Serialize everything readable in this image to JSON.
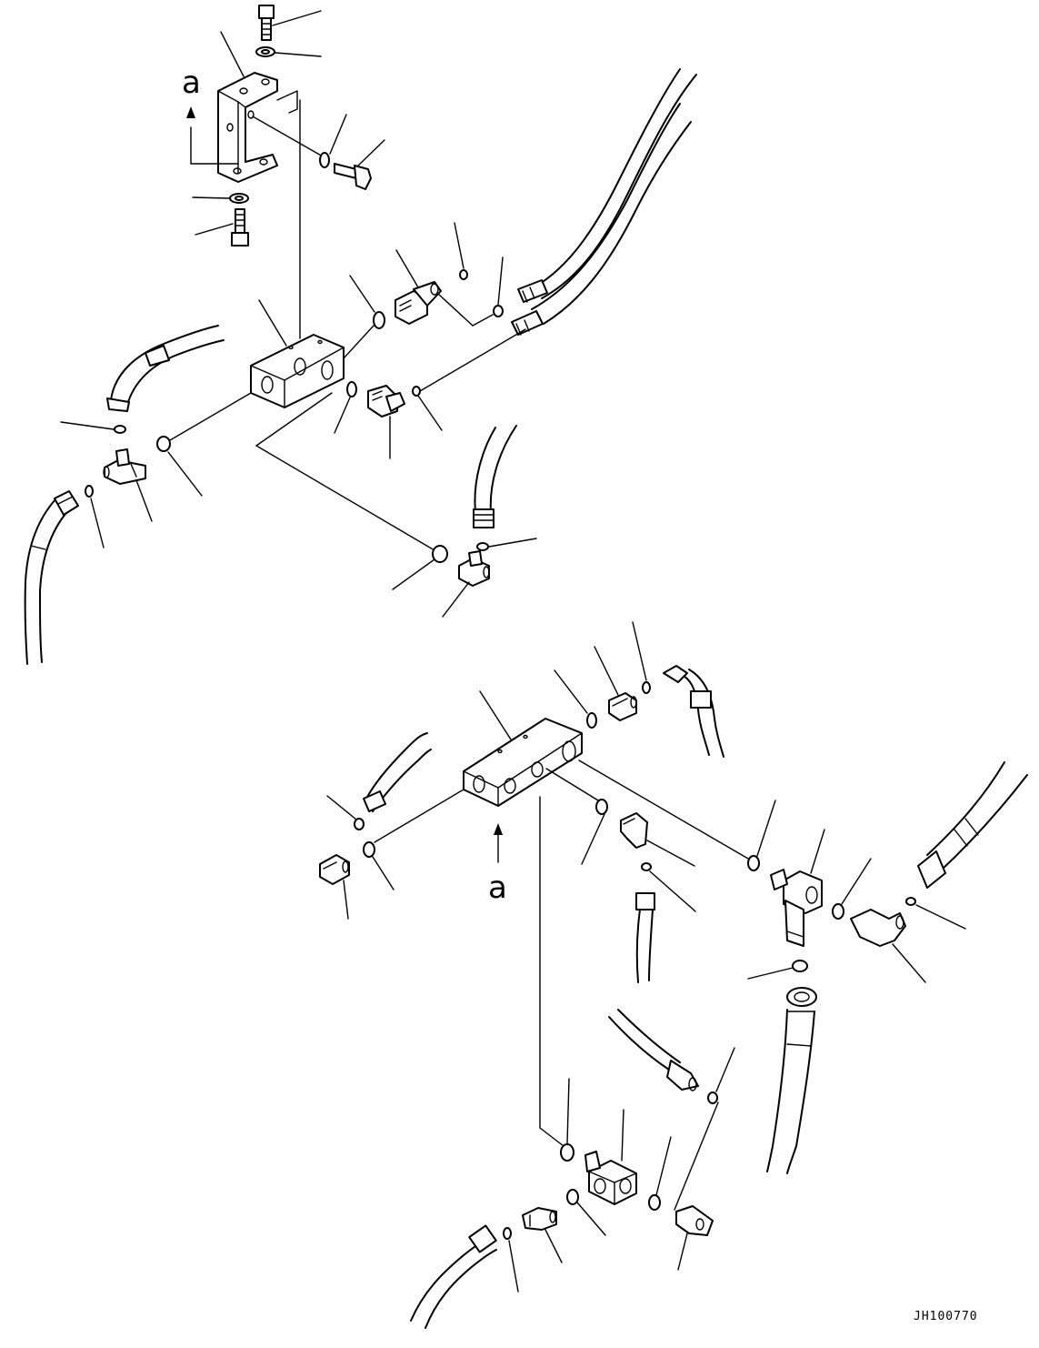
{
  "diagram": {
    "view_marker_top": "a",
    "view_marker_bottom": "a",
    "drawing_code": "JH100770"
  }
}
